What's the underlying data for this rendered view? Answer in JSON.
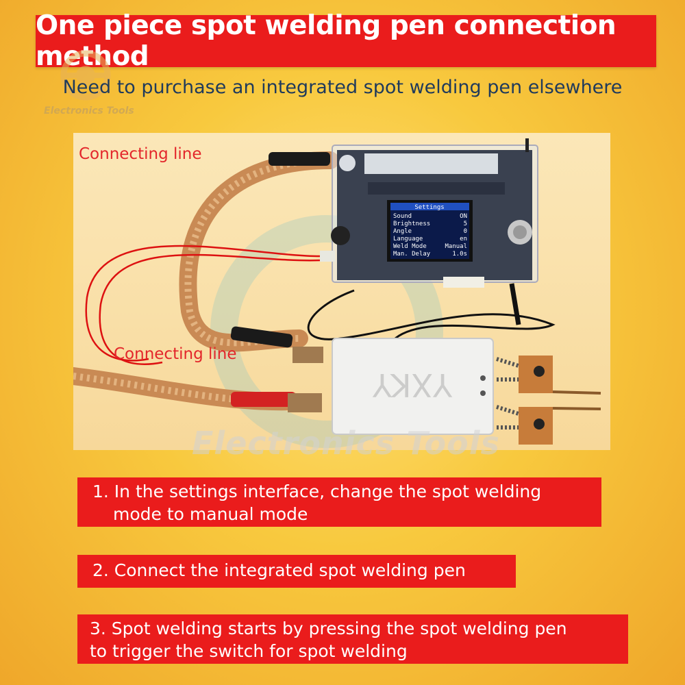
{
  "title": "One piece spot welding pen connection method",
  "subtitle": "Need to purchase an integrated spot welding pen elsewhere",
  "logo": {
    "text": "Electronics Tools"
  },
  "watermark": "Electronics Tools",
  "photo": {
    "labels": {
      "top": "Connecting line",
      "bottom": "Connecting line"
    },
    "screen": {
      "title": "Settings",
      "rows": [
        {
          "name": "Sound",
          "value": "ON"
        },
        {
          "name": "Brightness",
          "value": "5"
        },
        {
          "name": "Angle",
          "value": "0"
        },
        {
          "name": "Language",
          "value": "en"
        },
        {
          "name": "Weld Mode",
          "value": "Manual"
        },
        {
          "name": "Man. Delay",
          "value": "1.0s"
        }
      ]
    },
    "pen_brand": "YXKY"
  },
  "steps": [
    {
      "line1": "1. In the settings interface, change the spot welding",
      "line2": "mode to manual mode"
    },
    {
      "line1": "2. Connect the integrated spot welding pen"
    },
    {
      "line1": "3. Spot welding starts by pressing the spot welding pen",
      "line2": "to trigger the switch for spot welding"
    }
  ],
  "colors": {
    "banner_red": "#ea1c1c",
    "subtitle_blue": "#1f3a5c",
    "label_red": "#e3262b"
  }
}
